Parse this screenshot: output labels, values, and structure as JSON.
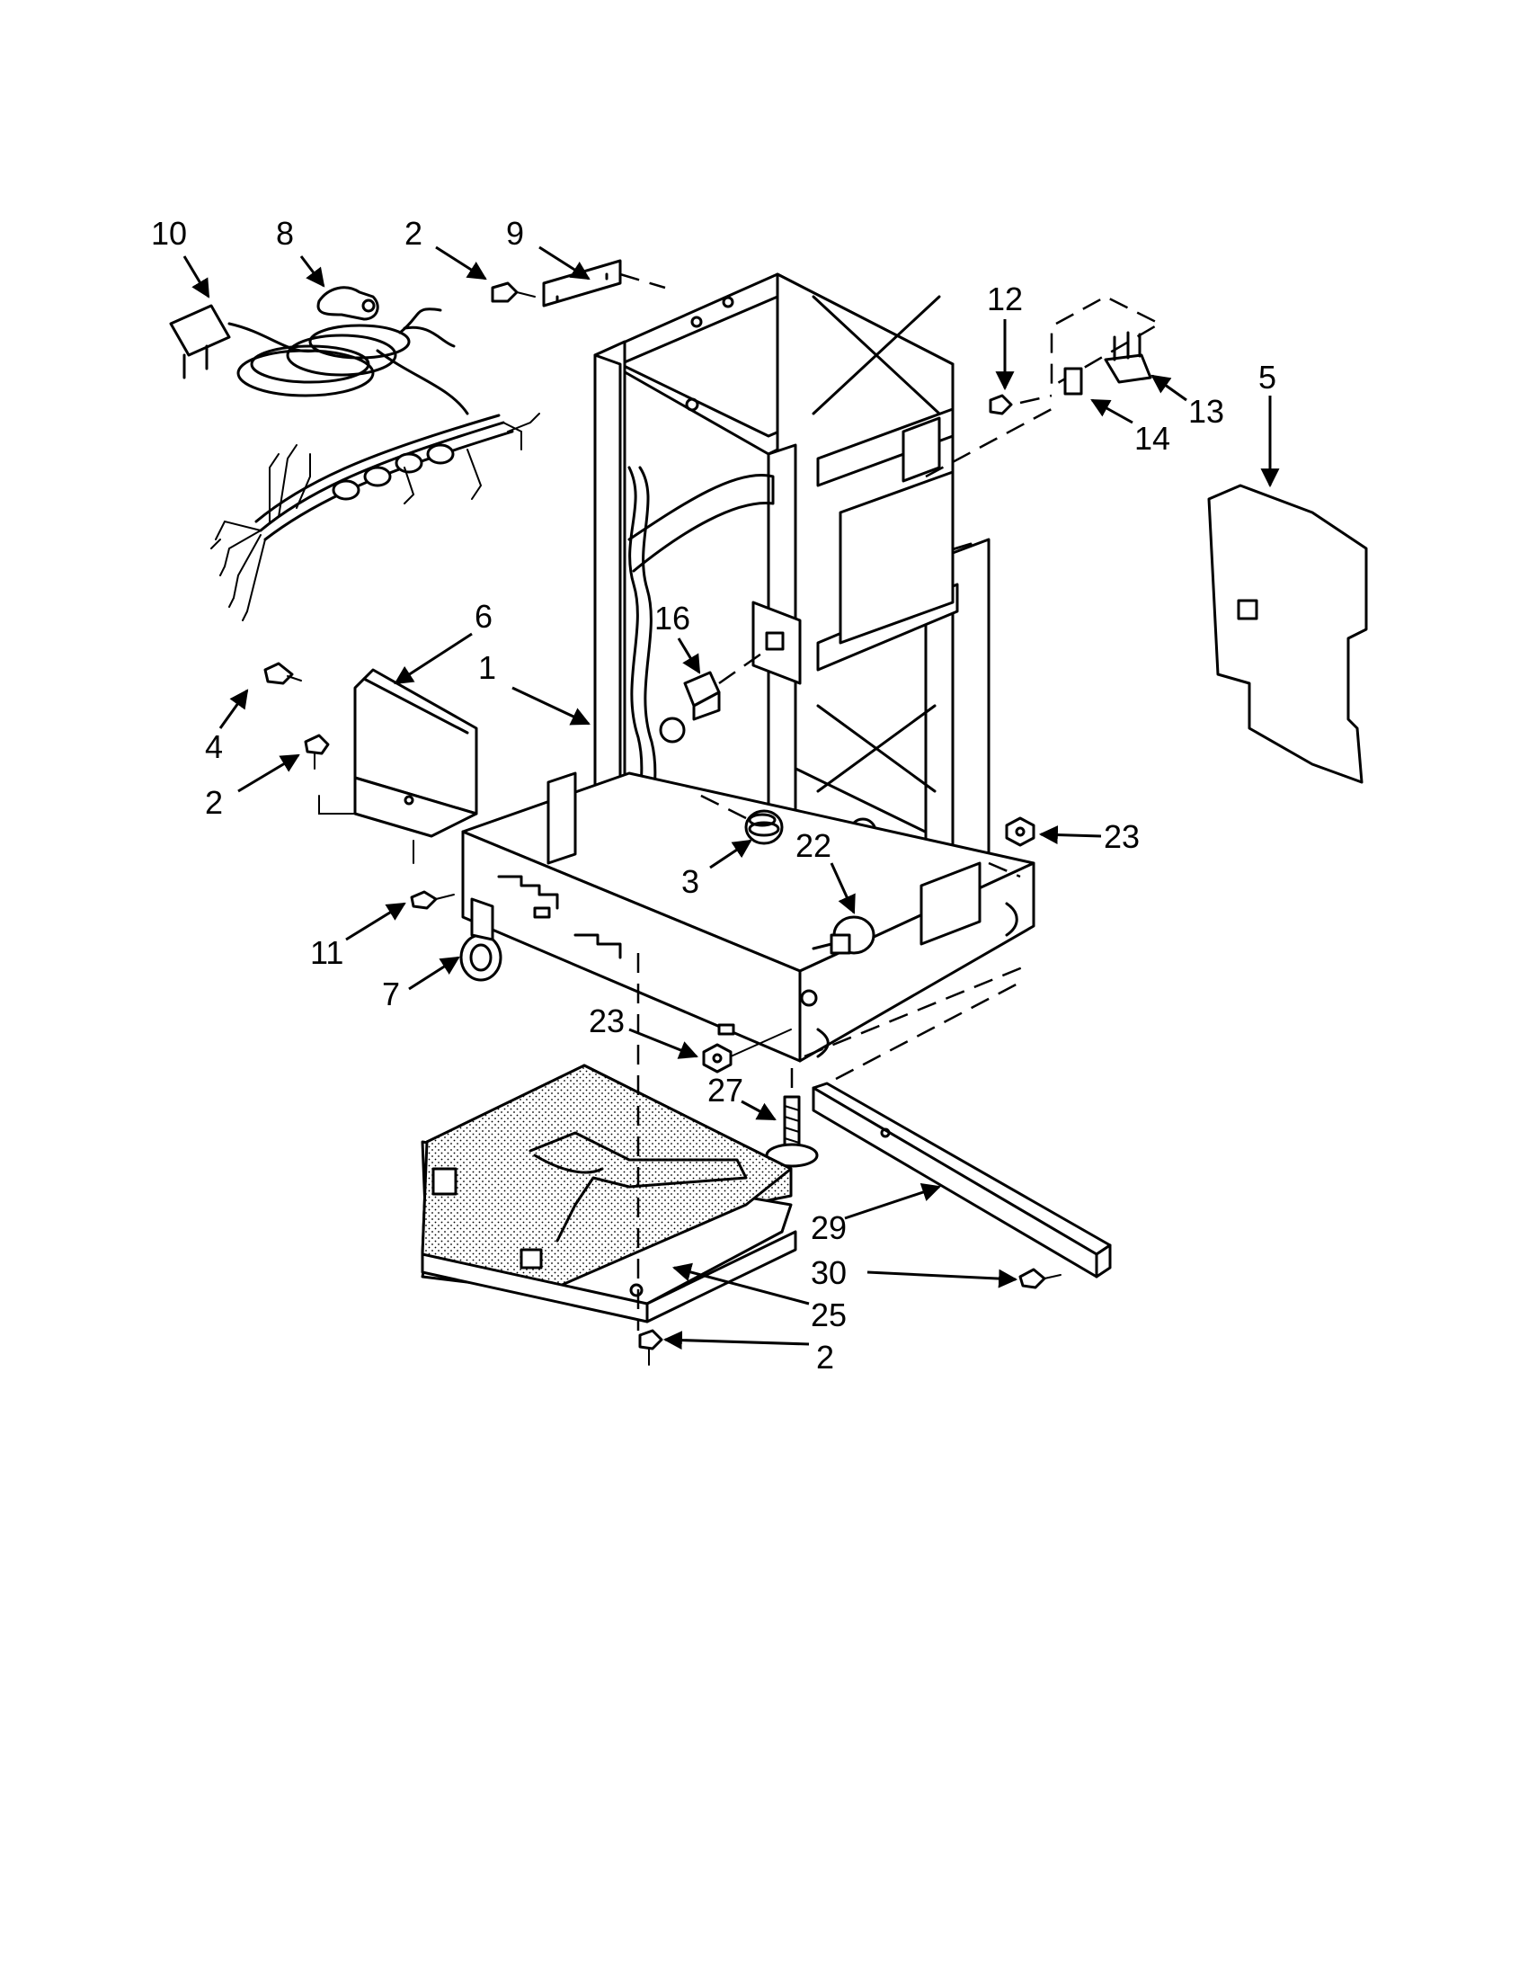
{
  "callouts": [
    {
      "id": "c10",
      "label": "10"
    },
    {
      "id": "c8",
      "label": "8"
    },
    {
      "id": "c2a",
      "label": "2"
    },
    {
      "id": "c9",
      "label": "9"
    },
    {
      "id": "c12",
      "label": "12"
    },
    {
      "id": "c13",
      "label": "13"
    },
    {
      "id": "c14",
      "label": "14"
    },
    {
      "id": "c5",
      "label": "5"
    },
    {
      "id": "c6",
      "label": "6"
    },
    {
      "id": "c1",
      "label": "1"
    },
    {
      "id": "c16",
      "label": "16"
    },
    {
      "id": "c4",
      "label": "4"
    },
    {
      "id": "c2b",
      "label": "2"
    },
    {
      "id": "c23a",
      "label": "23"
    },
    {
      "id": "c22",
      "label": "22"
    },
    {
      "id": "c3",
      "label": "3"
    },
    {
      "id": "c11",
      "label": "11"
    },
    {
      "id": "c7",
      "label": "7"
    },
    {
      "id": "c23b",
      "label": "23"
    },
    {
      "id": "c27",
      "label": "27"
    },
    {
      "id": "c29",
      "label": "29"
    },
    {
      "id": "c30",
      "label": "30"
    },
    {
      "id": "c25",
      "label": "25"
    },
    {
      "id": "c2c",
      "label": "2"
    }
  ]
}
